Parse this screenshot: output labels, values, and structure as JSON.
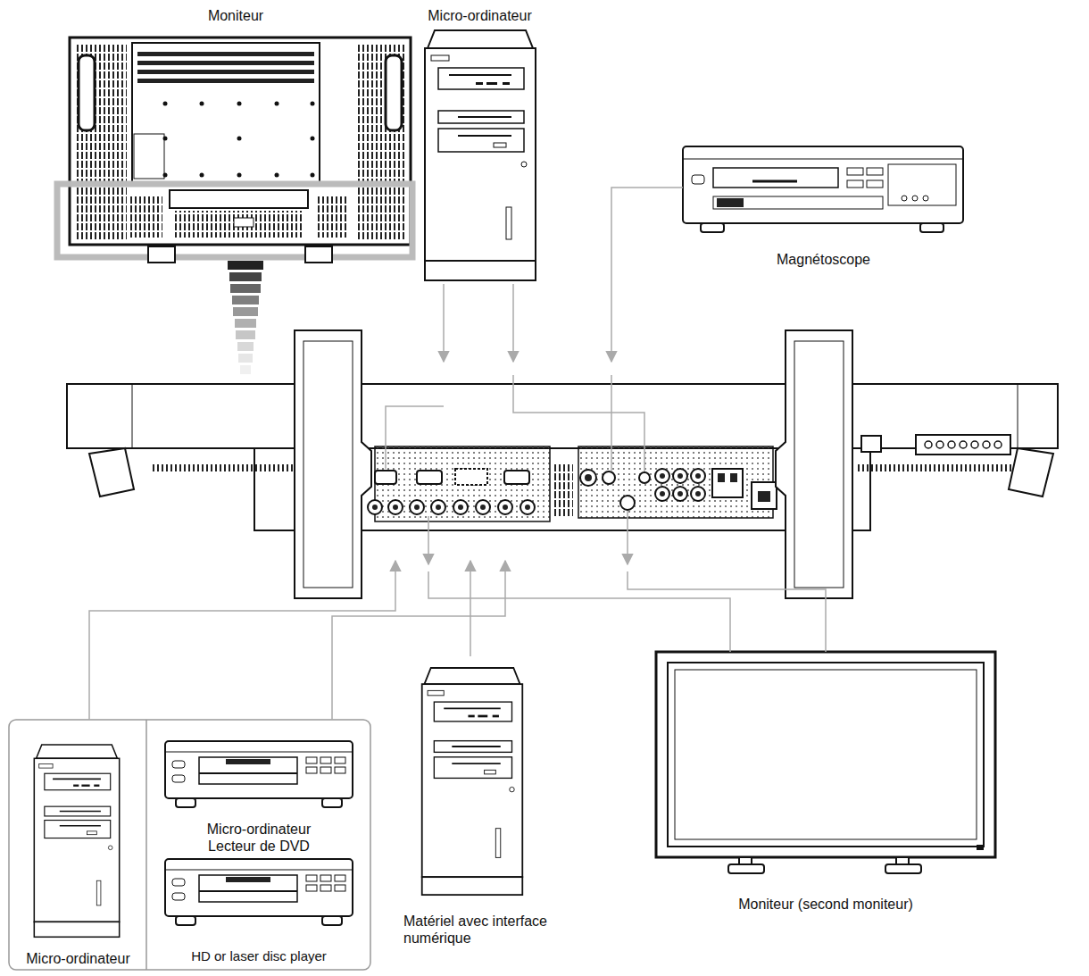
{
  "diagram": {
    "nodes": [
      {
        "text": [
          "Moniteur"
        ]
      },
      {
        "text": [
          "Micro-ordinateur"
        ]
      },
      {
        "text": [
          "Magnétoscope"
        ]
      },
      {
        "text": [
          "Micro-ordinateur"
        ]
      },
      {
        "text": [
          "Micro-ordinateur Lecteur de DVD"
        ]
      },
      {
        "text": [
          "HD or laser disc player"
        ]
      },
      {
        "text": [
          "Matériel avec interface numérique"
        ]
      },
      {
        "text": [
          "Moniteur (second moniteur)"
        ]
      }
    ]
  }
}
